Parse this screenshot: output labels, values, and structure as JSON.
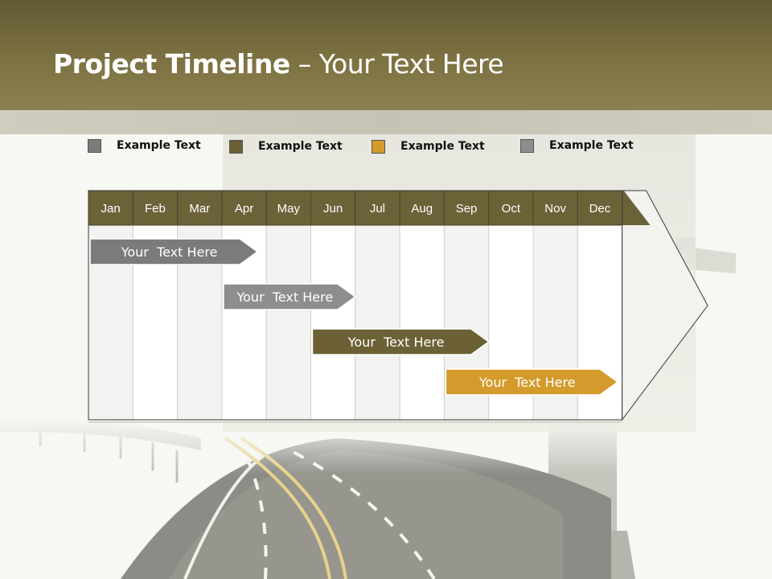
{
  "title": {
    "bold": "Project Timeline",
    "rest": " – Your Text Here"
  },
  "legend": [
    {
      "label": "Example Text",
      "color": "#7b7b7b"
    },
    {
      "label": "Example Text",
      "color": "#6b6135"
    },
    {
      "label": "Example Text",
      "color": "#d49b2c"
    },
    {
      "label": "Example Text",
      "color": "#8e8e8e"
    }
  ],
  "timeline": {
    "months": [
      "Jan",
      "Feb",
      "Mar",
      "Apr",
      "May",
      "Jun",
      "Jul",
      "Aug",
      "Sep",
      "Oct",
      "Nov",
      "Dec"
    ],
    "header_color": "#6c6238",
    "tasks": [
      {
        "label": "Your  Text Here",
        "start": 0,
        "end": 3.8,
        "color": "#7b7b7b"
      },
      {
        "label": "Your  Text Here",
        "start": 3.0,
        "end": 6.0,
        "color": "#8e8e8e"
      },
      {
        "label": "Your  Text Here",
        "start": 5.0,
        "end": 9.0,
        "color": "#6b6135"
      },
      {
        "label": "Your  Text Here",
        "start": 8.0,
        "end": 11.9,
        "color": "#d49b2c"
      }
    ]
  }
}
